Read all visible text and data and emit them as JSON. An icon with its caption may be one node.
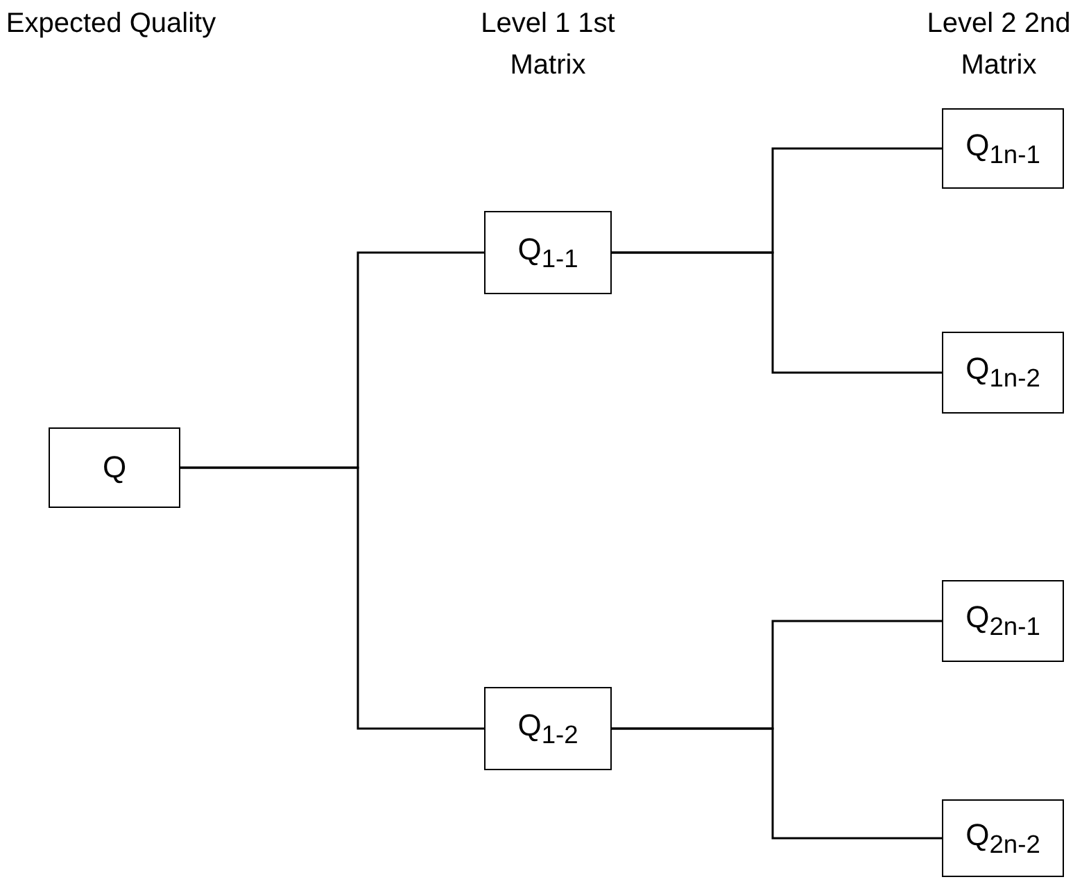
{
  "diagram": {
    "nodes": [
      {
        "text": [
          "Q"
        ]
      },
      {
        "text": [
          "Q$_{1-1}$"
        ]
      },
      {
        "text": [
          "Q$_{1-2}$"
        ]
      },
      {
        "text": [
          "Q$_{1n-1}$"
        ]
      },
      {
        "text": [
          "Q$_{1n-2}$"
        ]
      },
      {
        "text": [
          "Q$_{2n-1}$"
        ]
      },
      {
        "text": [
          "Q$_{2n-2}$"
        ]
      }
    ],
    "edges": [
      {
        "from": 0,
        "to": 1,
        "arrow": "none"
      },
      {
        "from": 0,
        "to": 2,
        "arrow": "none"
      },
      {
        "from": 1,
        "to": 3,
        "arrow": "none"
      },
      {
        "from": 1,
        "to": 4,
        "arrow": "none"
      },
      {
        "from": 2,
        "to": 5,
        "arrow": "none"
      },
      {
        "from": 2,
        "to": 6,
        "arrow": "none"
      }
    ],
    "labels": [
      "Expected Quality",
      "Level 1 1st Matrix",
      "Level 2 2nd Matrix"
    ]
  }
}
